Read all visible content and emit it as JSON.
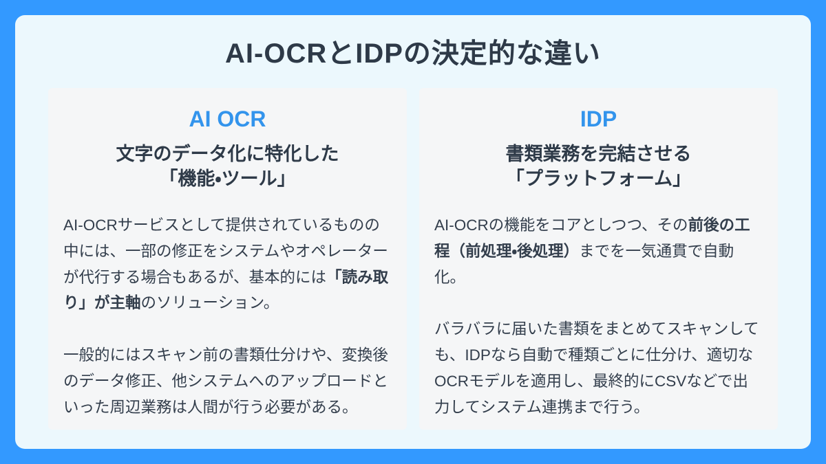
{
  "colors": {
    "frame_blue": "#3399FF",
    "panel_bg": "#ECF8FD",
    "card_bg": "#F5F6F7",
    "heading_blue": "#3394EC",
    "text_dark": "#2E3A48"
  },
  "title": "AI-OCRとIDPの決定的な違い",
  "cards": [
    {
      "heading": "AI OCR",
      "subtitle_line1": "文字のデータ化に特化した",
      "subtitle_line2": "「機能・ツール」",
      "para1_pre": "AI-OCRサービスとして提供されているものの中には、一部の修正をシステムやオペレーターが代行する場合もあるが、基本的には",
      "para1_bold": "「読み取り」が主軸",
      "para1_post": "のソリューション。",
      "para2": "一般的にはスキャン前の書類仕分けや、変換後のデータ修正、他システムへのアップロードといった周辺業務は人間が行う必要がある。"
    },
    {
      "heading": "IDP",
      "subtitle_line1": "書類業務を完結させる",
      "subtitle_line2": "「プラットフォーム」",
      "para1_pre": "AI-OCRの機能をコアとしつつ、その",
      "para1_bold": "前後の工程（前処理・後処理）",
      "para1_post": "までを一気通貫で自動化。",
      "para2": "バラバラに届いた書類をまとめてスキャンしても、IDPなら自動で種類ごとに仕分け、適切なOCRモデルを適用し、最終的にCSVなどで出力してシステム連携まで行う。"
    }
  ]
}
